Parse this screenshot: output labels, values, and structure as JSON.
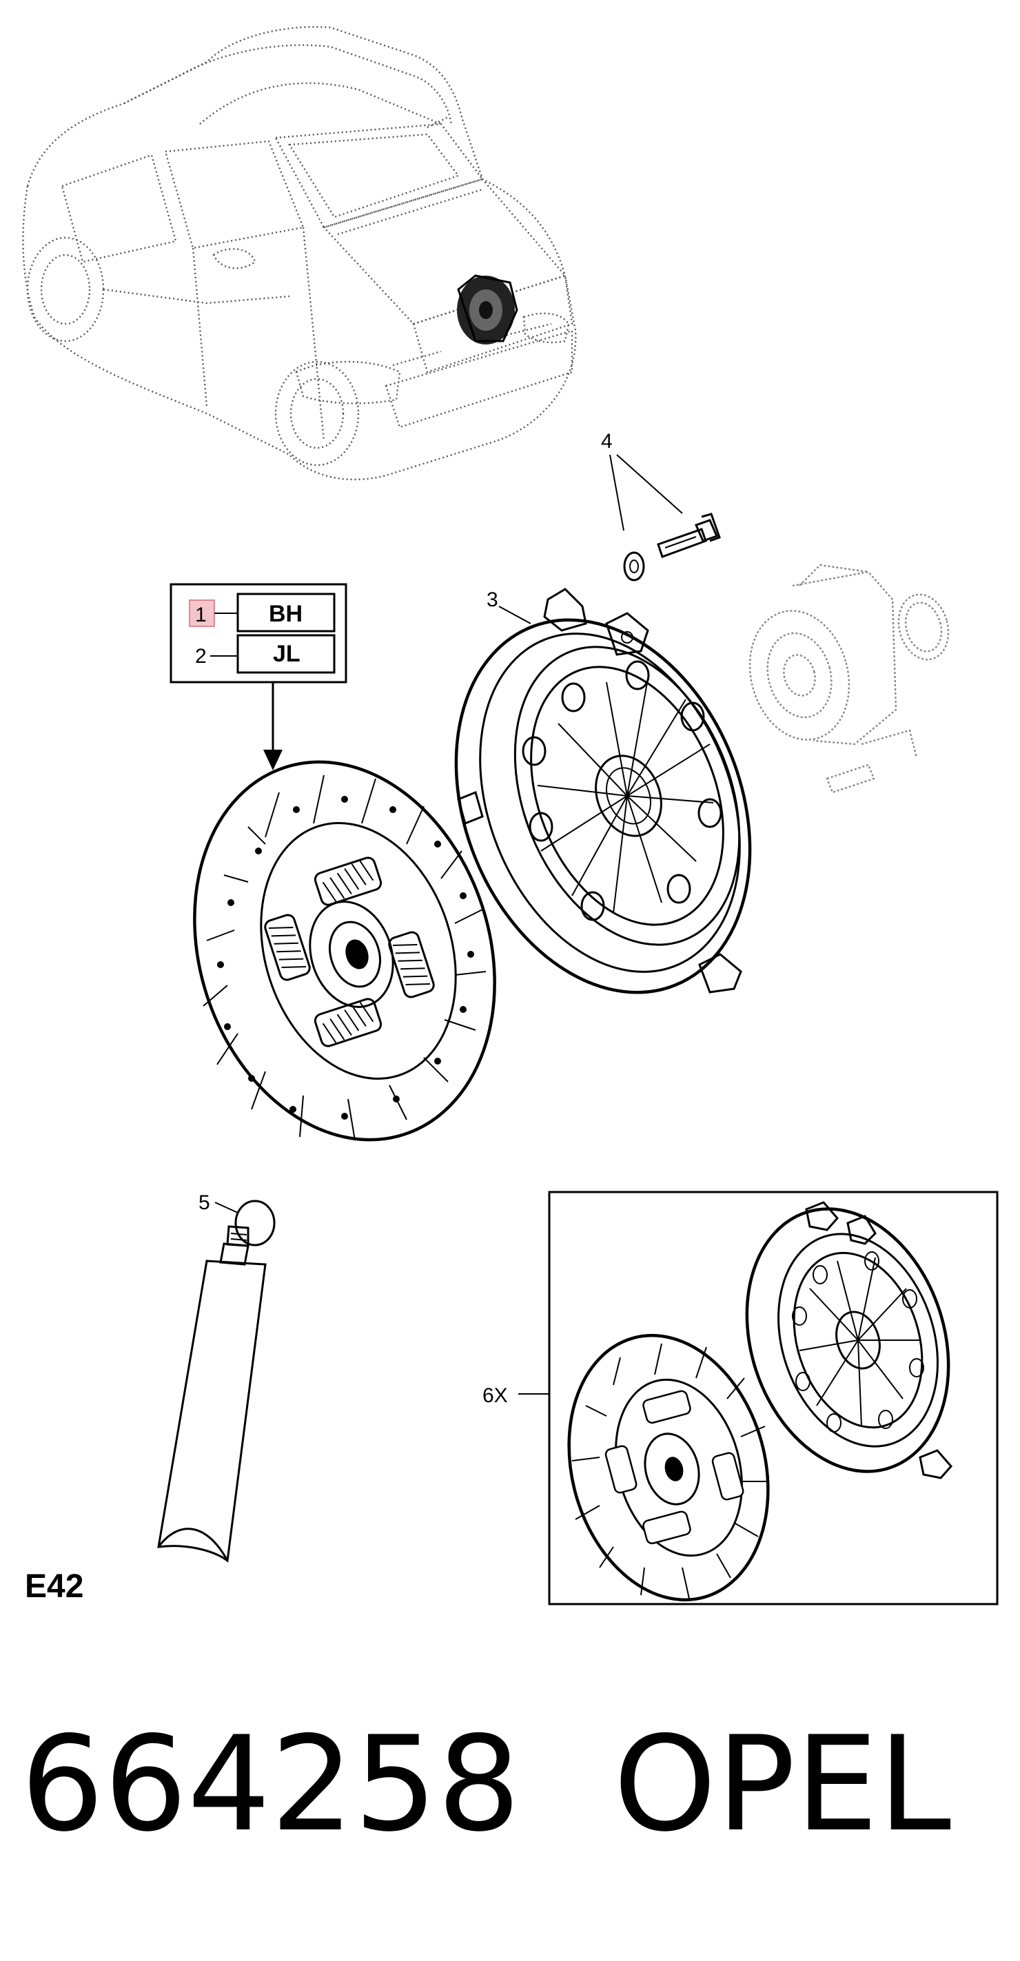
{
  "diagram": {
    "section_code": "E42",
    "part_number": "664258",
    "brand": "OPEL",
    "callouts": [
      {
        "label": "1",
        "highlighted": true
      },
      {
        "label": "2",
        "highlighted": false
      },
      {
        "label": "3",
        "highlighted": false
      },
      {
        "label": "4",
        "highlighted": false
      },
      {
        "label": "5",
        "highlighted": false
      },
      {
        "label": "6X",
        "highlighted": false
      }
    ],
    "variant_codes": [
      "BH",
      "JL"
    ],
    "highlight_color": "#f4c6cc"
  }
}
